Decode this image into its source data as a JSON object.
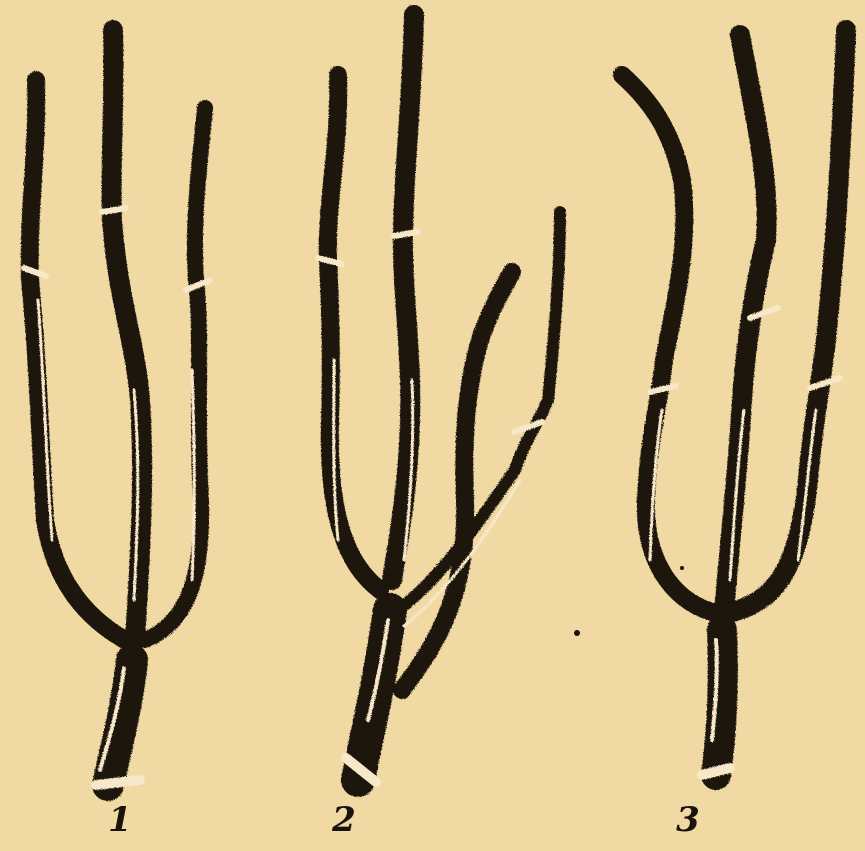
{
  "figures": [
    {
      "id": "1",
      "label": "1",
      "leaders": 3,
      "pruned": true
    },
    {
      "id": "2",
      "label": "2",
      "leaders": 4,
      "pruned": true
    },
    {
      "id": "3",
      "label": "3",
      "leaders": 3,
      "pruned": true
    }
  ],
  "colors": {
    "background": "#f1d9a3",
    "stroke": "#1a120c",
    "cut": "#f6e8c8"
  }
}
